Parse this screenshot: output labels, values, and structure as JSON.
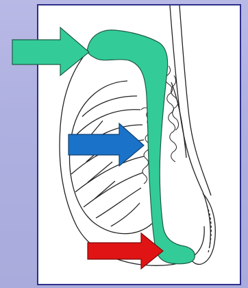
{
  "diagram": {
    "subject": "testis-and-epididymis-line-drawing",
    "palette": {
      "background": "#b3b5e2",
      "panel_border": "#2e2e8a",
      "epididymis_fill": "#33cc99",
      "arrow_green": "#33cc99",
      "arrow_blue": "#1a73c9",
      "arrow_red": "#e01414",
      "line_art": "#222222"
    },
    "arrows": [
      {
        "id": "head",
        "color_key": "arrow_green",
        "direction": "right"
      },
      {
        "id": "rete",
        "color_key": "arrow_blue",
        "direction": "right"
      },
      {
        "id": "tail",
        "color_key": "arrow_red",
        "direction": "right"
      }
    ]
  }
}
